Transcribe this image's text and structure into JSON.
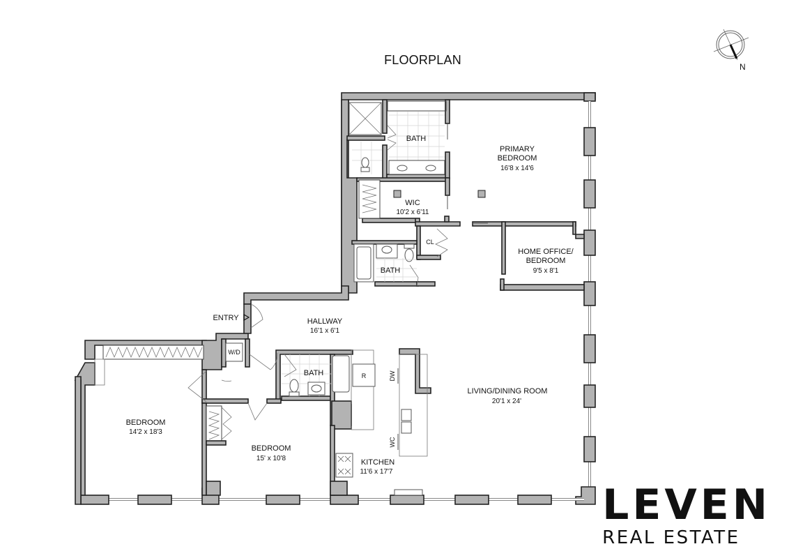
{
  "header": {
    "title": "FLOORPLAN"
  },
  "compass": {
    "label": "N"
  },
  "rooms": {
    "primary_bedroom": {
      "name_line1": "PRIMARY",
      "name_line2": "BEDROOM",
      "dims": "16'8 x 14'6"
    },
    "primary_bath": {
      "name": "BATH"
    },
    "wic": {
      "name": "WIC",
      "dims": "10'2 x 6'11"
    },
    "closet": {
      "name": "CL"
    },
    "second_bath": {
      "name": "BATH"
    },
    "home_office": {
      "name_line1": "HOME OFFICE/",
      "name_line2": "BEDROOM",
      "dims": "9'5 x 8'1"
    },
    "hallway": {
      "name": "HALLWAY",
      "dims": "16'1 x 6'1"
    },
    "entry": {
      "name": "ENTRY"
    },
    "washer_dryer": {
      "name": "W/D"
    },
    "third_bath": {
      "name": "BATH"
    },
    "refrigerator": {
      "name": "R"
    },
    "dishwasher": {
      "name": "DW"
    },
    "wine_cooler": {
      "name": "WC"
    },
    "living_dining": {
      "name": "LIVING/DINING ROOM",
      "dims": "20'1 x 24'"
    },
    "kitchen": {
      "name": "KITCHEN",
      "dims": "11'6 x 17'7"
    },
    "bedroom_west": {
      "name": "BEDROOM",
      "dims": "14'2 x 18'3"
    },
    "bedroom_south": {
      "name": "BEDROOM",
      "dims": "15' x 10'8"
    }
  },
  "brand": {
    "name": "LEVEN",
    "tagline": "REAL ESTATE"
  },
  "colors": {
    "wall_fill": "#b3b3b3",
    "wall_stroke": "#222222",
    "text": "#111111"
  }
}
